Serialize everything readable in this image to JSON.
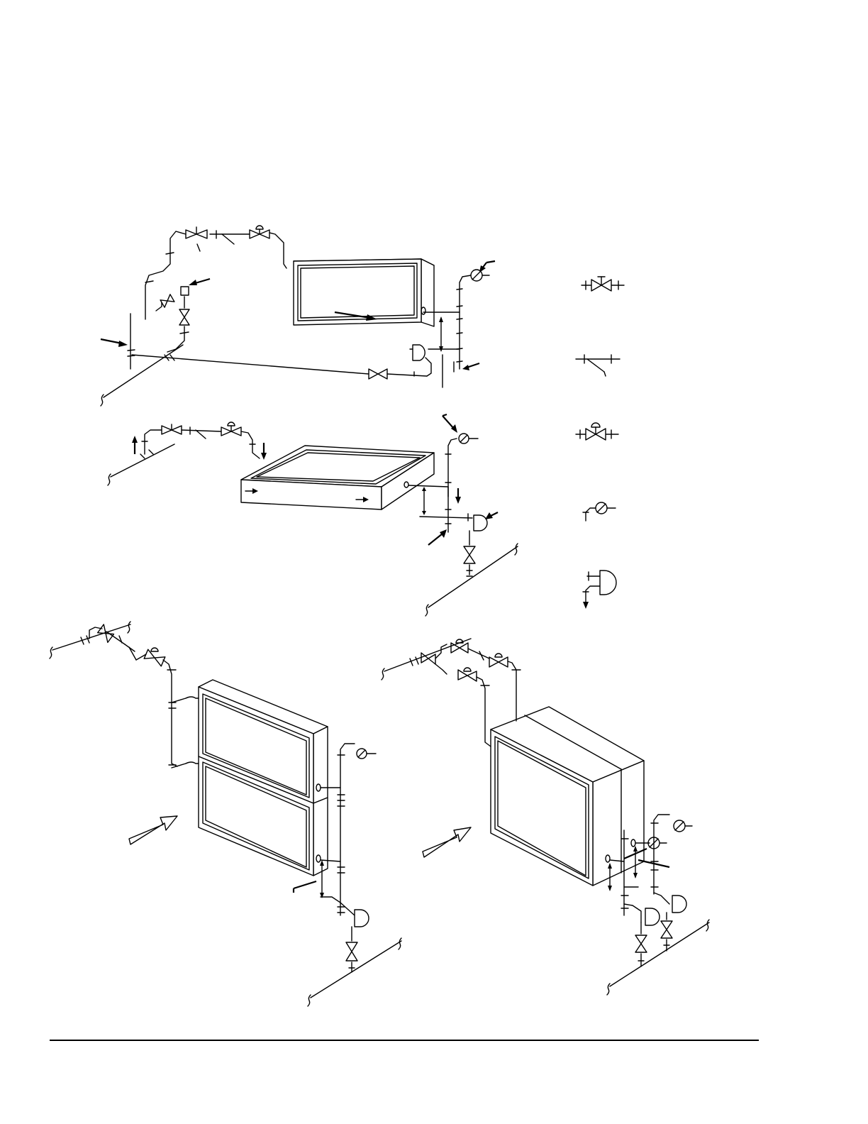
{
  "figure": {
    "background": "#ffffff",
    "line_color": "#000000",
    "panels": [
      "horizontal-coil-piping",
      "flat-coil-piping",
      "stacked-coil-piping",
      "deep-coil-piping"
    ],
    "legend_symbols": [
      "gate-valve",
      "strainer",
      "control-valve",
      "vacuum-breaker",
      "steam-trap"
    ]
  }
}
